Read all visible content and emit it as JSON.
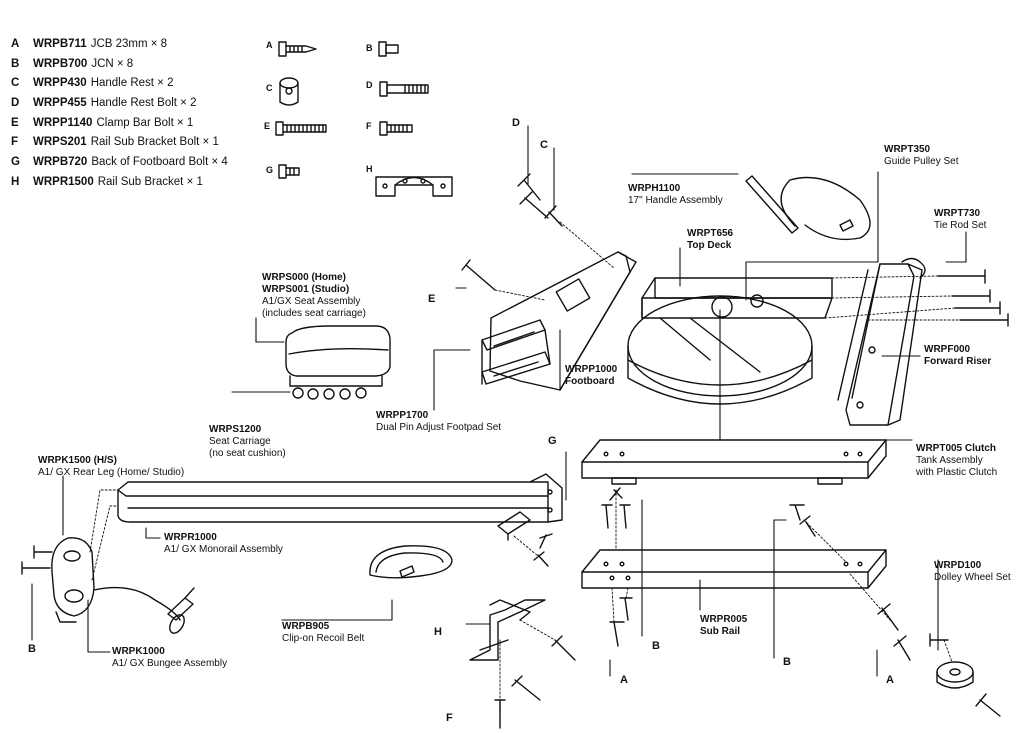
{
  "parts_list": [
    {
      "key": "A",
      "code": "WRPB711",
      "desc": "JCB  23mm × 8"
    },
    {
      "key": "B",
      "code": "WRPB700",
      "desc": "JCN × 8"
    },
    {
      "key": "C",
      "code": "WRPP430",
      "desc": "Handle Rest × 2"
    },
    {
      "key": "D",
      "code": "WRPP455",
      "desc": "Handle Rest Bolt × 2"
    },
    {
      "key": "E",
      "code": "WRPP1140",
      "desc": "Clamp Bar Bolt × 1"
    },
    {
      "key": "F",
      "code": "WRPS201",
      "desc": "Rail Sub Bracket Bolt × 1"
    },
    {
      "key": "G",
      "code": "WRPB720",
      "desc": "Back of Footboard Bolt × 4"
    },
    {
      "key": "H",
      "code": "WRPR1500",
      "desc": "Rail Sub Bracket × 1"
    }
  ],
  "part_letters": [
    "A",
    "B",
    "C",
    "D",
    "E",
    "F",
    "G",
    "H"
  ],
  "callouts": {
    "seat_assembly": {
      "code1": "WRPS000 (Home)",
      "code2": "WRPS001 (Studio)",
      "desc1": "A1/GX Seat Assembly",
      "desc2": "(includes seat carriage)"
    },
    "seat_carriage": {
      "code": "WRPS1200",
      "desc1": "Seat Carriage",
      "desc2": "(no seat cushion)"
    },
    "footpad": {
      "code": "WRPP1700",
      "desc": "Dual Pin Adjust Footpad Set"
    },
    "footboard": {
      "code": "WRPP1000",
      "desc": "Footboard"
    },
    "handle": {
      "code": "WRPH1100",
      "desc": "17\" Handle Assembly"
    },
    "top_deck": {
      "code": "WRPT656",
      "desc": "Top Deck"
    },
    "guide_pulley": {
      "code": "WRPT350",
      "desc": "Guide Pulley Set"
    },
    "tie_rod": {
      "code": "WRPT730",
      "desc": "Tie Rod Set"
    },
    "forward_riser": {
      "code": "WRPF000",
      "desc": "Forward Riser"
    },
    "tank": {
      "code": "WRPT005 Clutch",
      "desc1": "Tank Assembly",
      "desc2": "with Plastic Clutch"
    },
    "rear_leg": {
      "code": "WRPK1500 (H/S)",
      "desc": "A1/ GX Rear Leg (Home/ Studio)"
    },
    "monorail": {
      "code": "WRPR1000",
      "desc": "A1/ GX Monorail Assembly"
    },
    "recoil_belt": {
      "code": "WRPB905",
      "desc": "Clip-on Recoil Belt"
    },
    "bungee": {
      "code": "WRPK1000",
      "desc": "A1/ GX Bungee Assembly"
    },
    "sub_rail": {
      "code": "WRPR005",
      "desc": "Sub Rail"
    },
    "dolley": {
      "code": "WRPD100",
      "desc": "Dolley Wheel Set"
    }
  },
  "letters": {
    "d": "D",
    "c": "C",
    "e": "E",
    "g": "G",
    "h": "H",
    "f": "F",
    "b_left": "B",
    "b_mid": "B",
    "b_right": "B",
    "a_mid": "A",
    "a_right": "A"
  }
}
